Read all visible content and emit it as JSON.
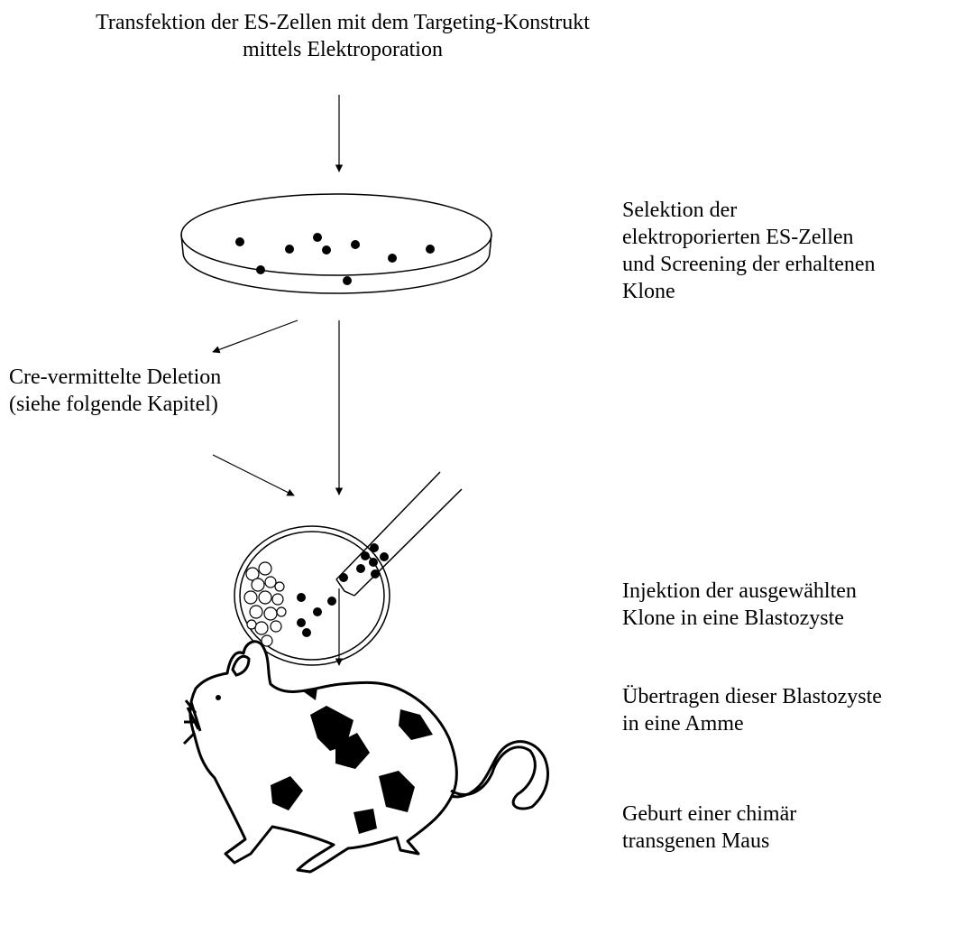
{
  "steps": {
    "transfection": [
      "Transfektion der ES-Zellen mit dem Targeting-Konstrukt",
      "mittels Elektroporation"
    ],
    "selection": [
      "Selektion der",
      "elektroporierten ES-Zellen",
      "und Screening der erhaltenen",
      "Klone"
    ],
    "cre_deletion": [
      "Cre-vermittelte Deletion",
      "(siehe folgende Kapitel)"
    ],
    "injection": [
      "Injektion der  ausgewählten",
      "Klone in eine Blastozyste"
    ],
    "transfer": [
      "Übertragen dieser Blastozyste",
      "in eine Amme"
    ],
    "birth": [
      "Geburt einer chimär",
      "transgenen Maus"
    ]
  }
}
